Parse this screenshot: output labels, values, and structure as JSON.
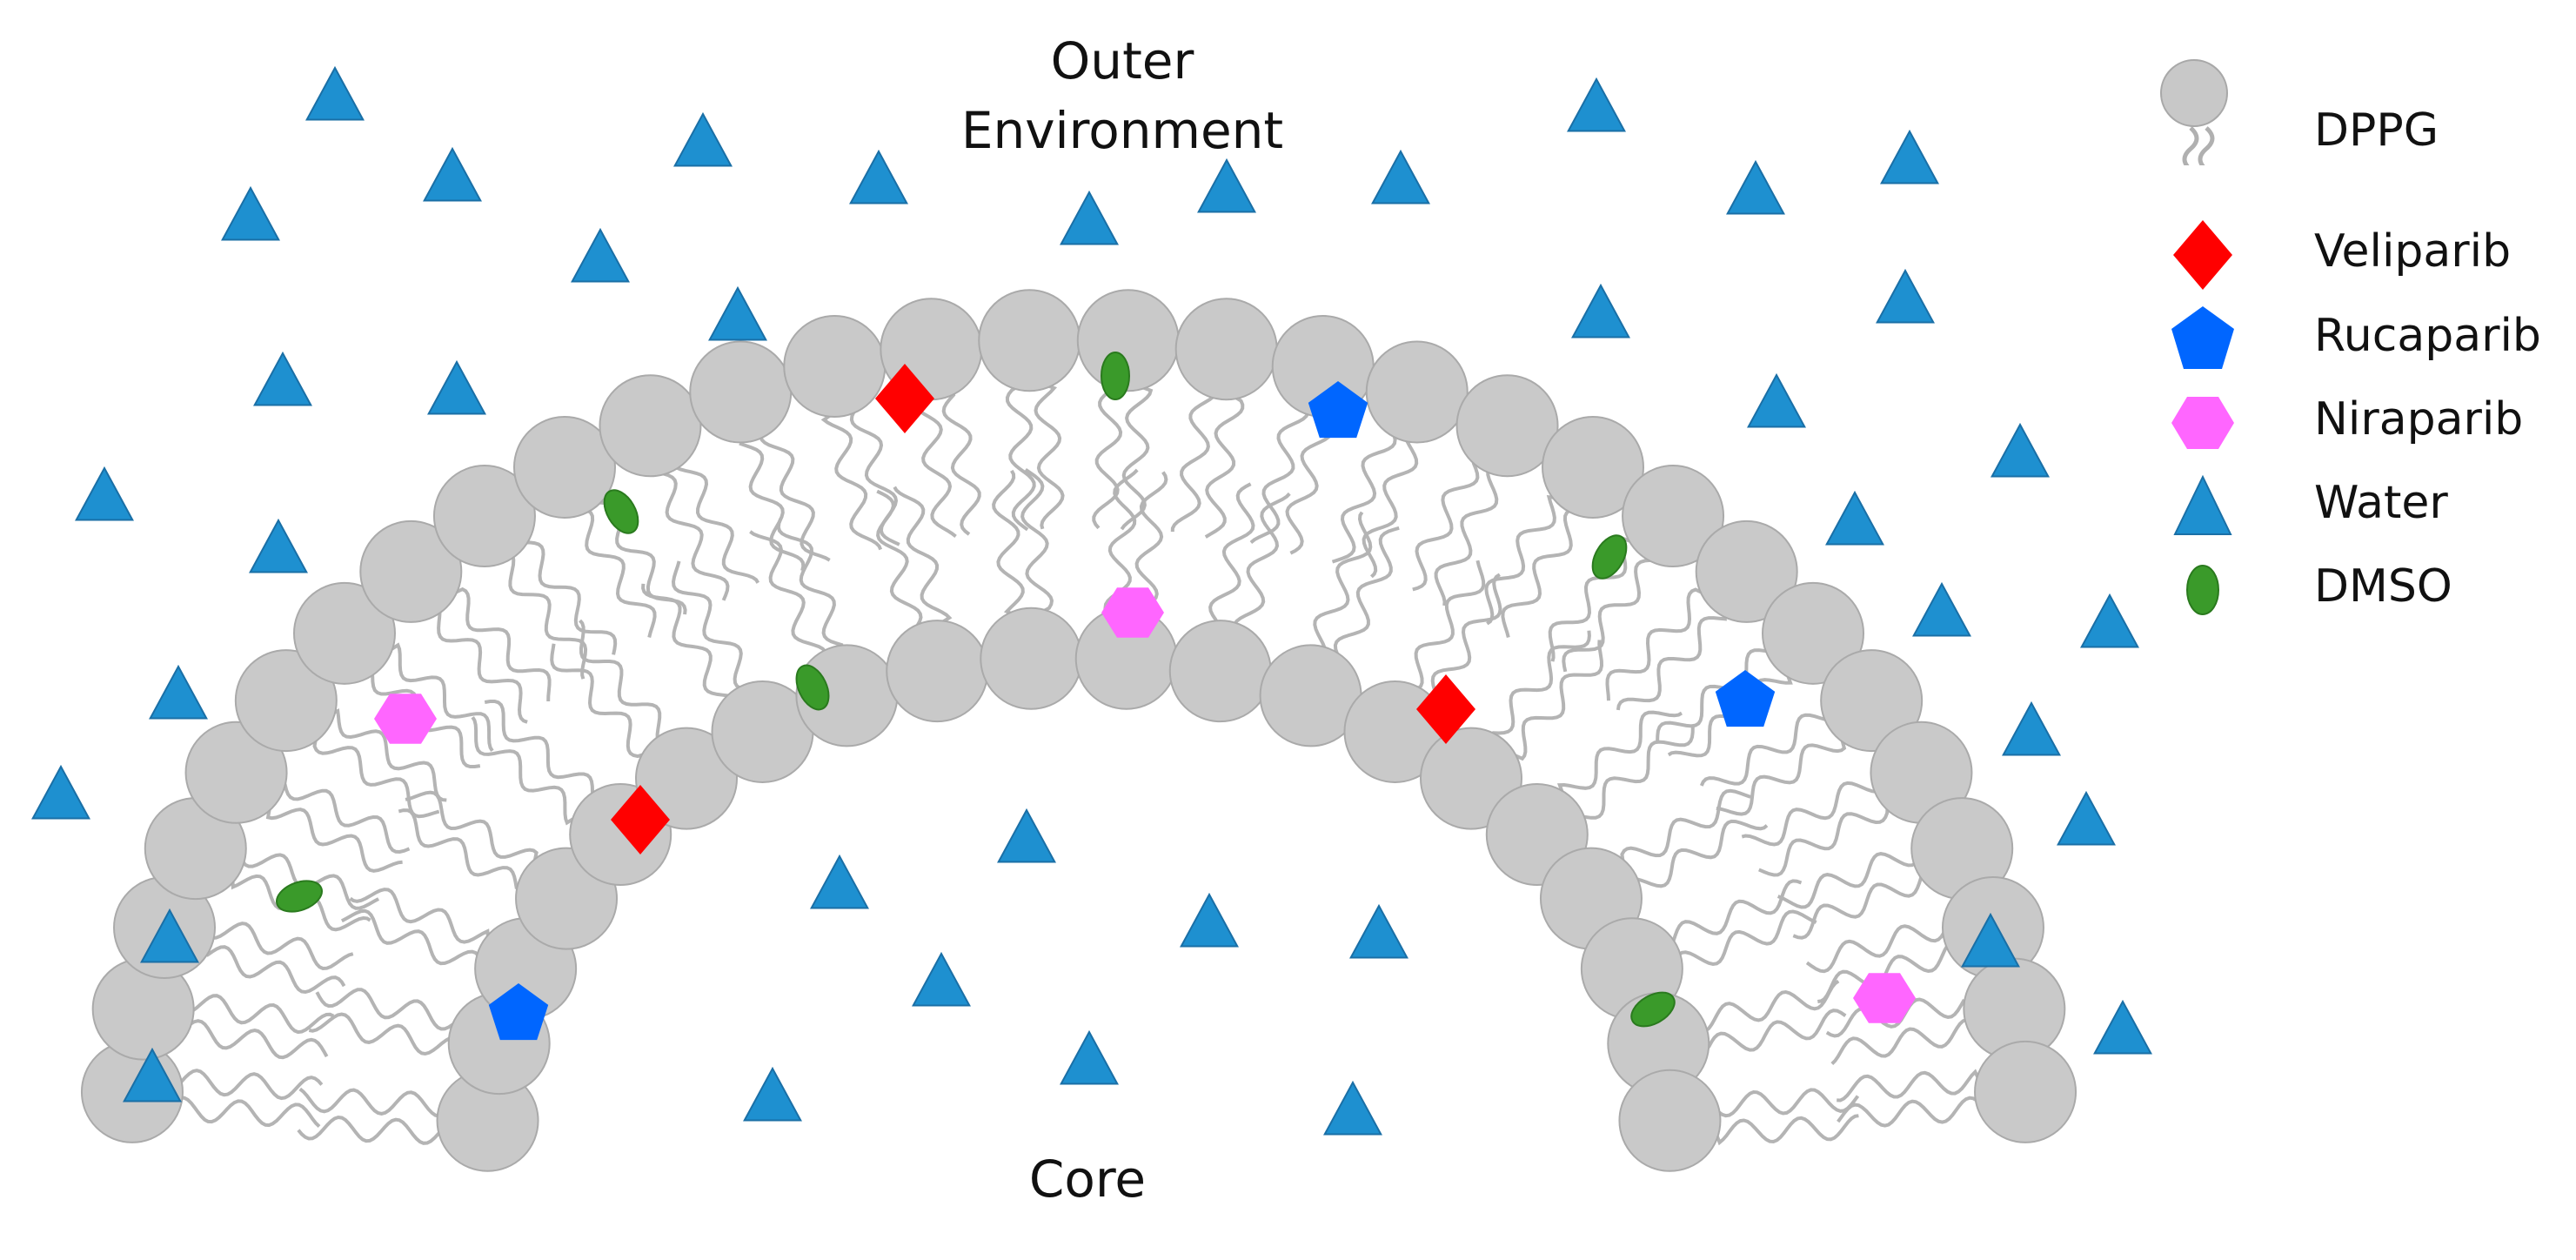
{
  "labels": {
    "outer": "Outer Environment",
    "core": "Core"
  },
  "legend": [
    {
      "key": "dppg",
      "label": "DPPG",
      "color": "#c8c8c8",
      "icon": "lipid-icon"
    },
    {
      "key": "veliparib",
      "label": "Veliparib",
      "color": "#ff0000",
      "icon": "diamond-icon"
    },
    {
      "key": "rucaparib",
      "label": "Rucaparib",
      "color": "#0066ff",
      "icon": "pentagon-icon"
    },
    {
      "key": "niraparib",
      "label": "Niraparib",
      "color": "#ff66ff",
      "icon": "hexagon-icon"
    },
    {
      "key": "water",
      "label": "Water",
      "color": "#1e90d0",
      "icon": "triangle-icon"
    },
    {
      "key": "dmso",
      "label": "DMSO",
      "color": "#3a9a2a",
      "icon": "ellipse-icon"
    }
  ]
}
